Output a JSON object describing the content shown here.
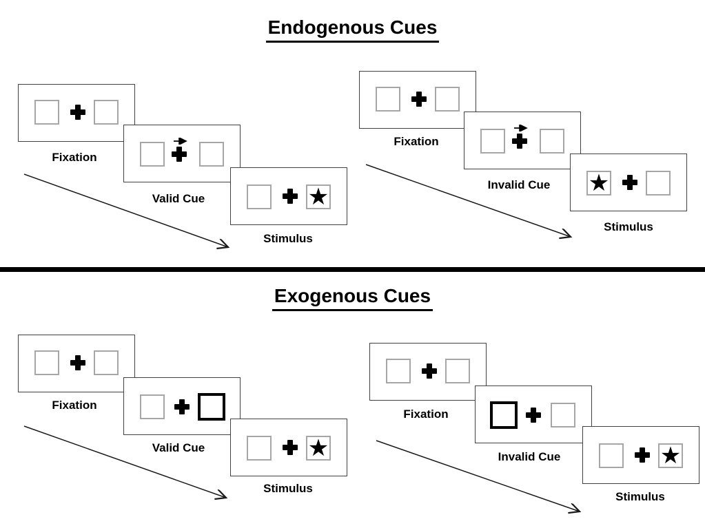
{
  "titles": {
    "endogenous": "Endogenous Cues",
    "exogenous": "Exogenous Cues"
  },
  "glyphs": {
    "star": "★"
  },
  "colors": {
    "ink": "#000000",
    "panel_border": "#404040",
    "placeholder_square_border": "#a6a6a6",
    "background": "#ffffff"
  },
  "endogenous": {
    "valid": {
      "fixation": "Fixation",
      "cue": "Valid Cue",
      "stimulus": "Stimulus",
      "cue_symbol": "arrow-right-above-cross",
      "stimulus_side": "right"
    },
    "invalid": {
      "fixation": "Fixation",
      "cue": "Invalid Cue",
      "stimulus": "Stimulus",
      "cue_symbol": "arrow-right-above-cross",
      "stimulus_side": "left"
    }
  },
  "exogenous": {
    "valid": {
      "fixation": "Fixation",
      "cue": "Valid Cue",
      "stimulus": "Stimulus",
      "cue_symbol": "bold-box-right",
      "stimulus_side": "right"
    },
    "invalid": {
      "fixation": "Fixation",
      "cue": "Invalid Cue",
      "stimulus": "Stimulus",
      "cue_symbol": "bold-box-left",
      "stimulus_side": "right"
    }
  }
}
